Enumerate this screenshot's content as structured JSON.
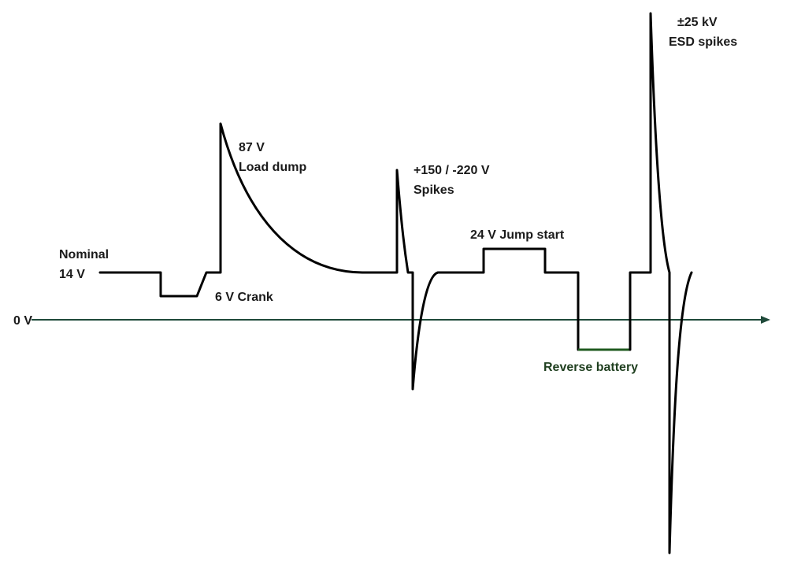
{
  "labels": {
    "nominal_line1": "Nominal",
    "nominal_line2": "14 V",
    "crank": "6 V Crank",
    "load_dump_value": "87 V",
    "load_dump_name": "Load dump",
    "spikes_value": "+150 / -220 V",
    "spikes_name": "Spikes",
    "jump_start": "24 V Jump start",
    "reverse_battery": "Reverse battery",
    "esd_value": "±25 kV",
    "esd_name": "ESD spikes",
    "zero": "0 V"
  },
  "colors": {
    "waveform": "#000000",
    "axis": "#1f4a3a",
    "reverse_segment": "#1f5a1f",
    "text": "#1a1a1a"
  }
}
